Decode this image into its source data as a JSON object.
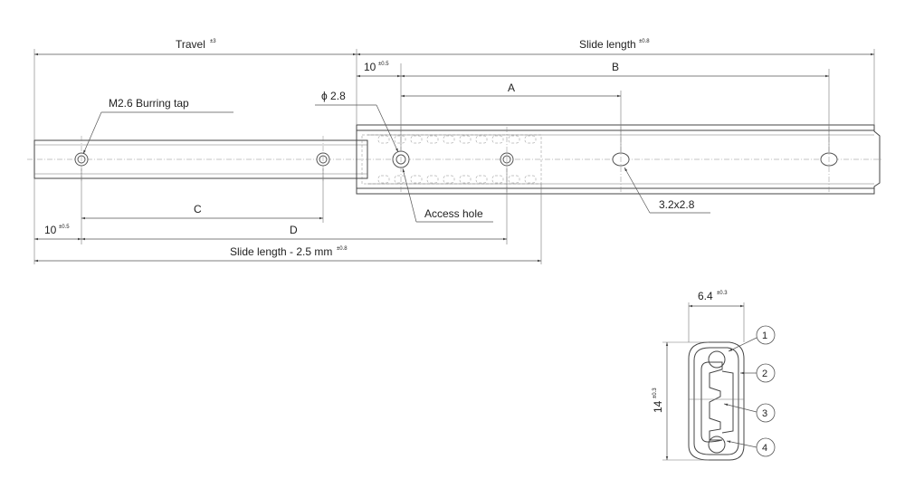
{
  "dimensions": {
    "travel": {
      "label": "Travel",
      "tol": "±3"
    },
    "slide_length_top": {
      "label": "Slide length",
      "tol": "±0.8"
    },
    "ten_top": {
      "label": "10",
      "tol": "±0.5"
    },
    "a": {
      "label": "A"
    },
    "b": {
      "label": "B"
    },
    "c": {
      "label": "C"
    },
    "d": {
      "label": "D"
    },
    "ten_bottom": {
      "label": "10",
      "tol": "±0.5"
    },
    "slide_length_bottom": {
      "label": "Slide length - 2.5 mm",
      "tol": "±0.8"
    },
    "width": {
      "label": "6.4",
      "tol": "±0.3"
    },
    "height": {
      "label": "14",
      "tol": "±0.3"
    }
  },
  "callouts": {
    "burring_tap": "M2.6 Burring tap",
    "diameter": "ϕ 2.8",
    "access_hole": "Access hole",
    "slot": "3.2x2.8"
  },
  "balloons": [
    "1",
    "2",
    "3",
    "4"
  ]
}
